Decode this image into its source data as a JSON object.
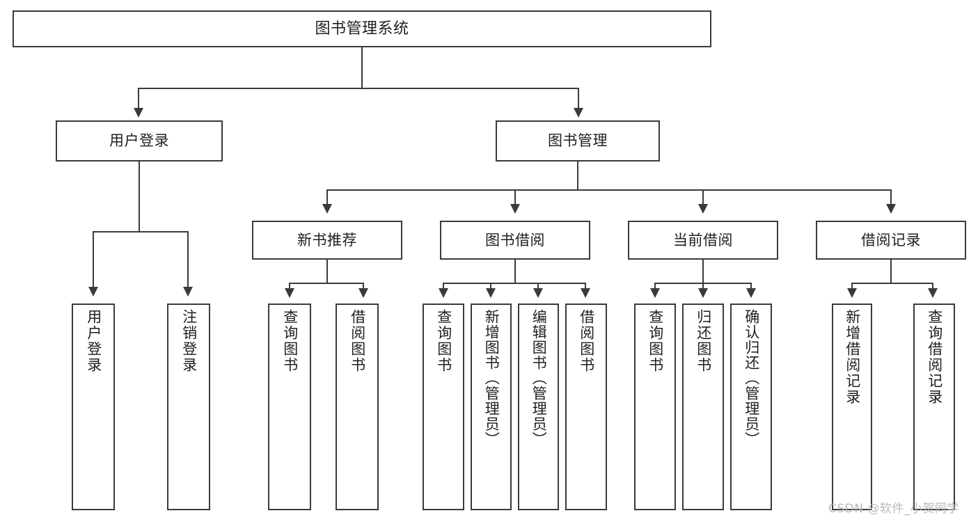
{
  "diagram": {
    "type": "tree",
    "title": "图书管理系统",
    "root": {
      "label": "图书管理系统"
    },
    "level2": [
      {
        "label": "用户登录"
      },
      {
        "label": "图书管理"
      }
    ],
    "level3": [
      {
        "label": "新书推荐"
      },
      {
        "label": "图书借阅"
      },
      {
        "label": "当前借阅"
      },
      {
        "label": "借阅记录"
      }
    ],
    "leaves": {
      "user_login": [
        {
          "label": "用户登录"
        },
        {
          "label": "注销登录"
        }
      ],
      "new_book": [
        {
          "label": "查询图书"
        },
        {
          "label": "借阅图书"
        }
      ],
      "book_borrow": [
        {
          "label": "查询图书"
        },
        {
          "label": "新增图书（管理员）"
        },
        {
          "label": "编辑图书（管理员）"
        },
        {
          "label": "借阅图书"
        }
      ],
      "current_borrow": [
        {
          "label": "查询图书"
        },
        {
          "label": "归还图书"
        },
        {
          "label": "确认归还（管理员）"
        }
      ],
      "borrow_record": [
        {
          "label": "新增借阅记录"
        },
        {
          "label": "查询借阅记录"
        }
      ]
    }
  },
  "watermark": {
    "text": "CSDN @软件_小贺同学"
  },
  "colors": {
    "stroke": "#3a3a3a",
    "fill": "#ffffff",
    "text": "#1f1f1f",
    "watermark": "#b9b9b9"
  }
}
